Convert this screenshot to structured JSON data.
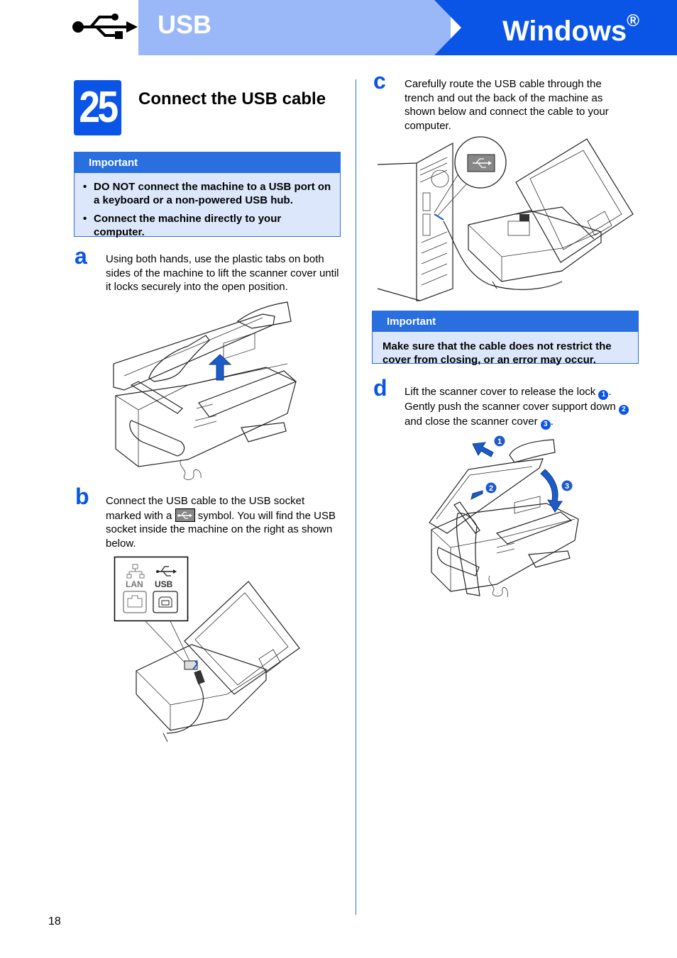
{
  "header": {
    "usb_title": "USB",
    "windows_title": "Windows",
    "windows_reg": "®"
  },
  "step": {
    "number": "25",
    "title": "Connect the USB cable"
  },
  "important_1": {
    "heading": "Important",
    "bullets": [
      "DO NOT connect the machine to a USB port on a keyboard or a non-powered USB hub.",
      "Connect the machine directly to your computer."
    ]
  },
  "substeps": {
    "a": {
      "letter": "a",
      "text": "Using both hands, use the plastic tabs on both sides of the machine to lift the scanner cover until it locks securely into the open position."
    },
    "b": {
      "letter": "b",
      "text_before": "Connect the USB cable to the USB socket marked with a",
      "text_after": "symbol. You will find the USB socket inside the machine on the right as shown below."
    },
    "c": {
      "letter": "c",
      "text": "Carefully route the USB cable through the trench and out the back of the machine as shown below and connect the cable to your computer."
    },
    "d": {
      "letter": "d",
      "text_1": "Lift the scanner cover to release the lock",
      "text_2": ". Gently push the scanner cover support down",
      "text_3": "and close the scanner cover",
      "text_4": ".",
      "callout_1": "1",
      "callout_2": "2",
      "callout_3": "3"
    }
  },
  "important_2": {
    "heading": "Important",
    "text": "Make sure that the cable does not restrict the cover from closing, or an error may occur."
  },
  "port_labels": {
    "lan": "LAN",
    "usb": "USB"
  },
  "page_number": "18",
  "colors": {
    "brand_blue": "#0a55e6",
    "light_blue_band": "#9ab8f8",
    "important_bg": "#dde7fb",
    "important_border": "#2a6fe0"
  }
}
